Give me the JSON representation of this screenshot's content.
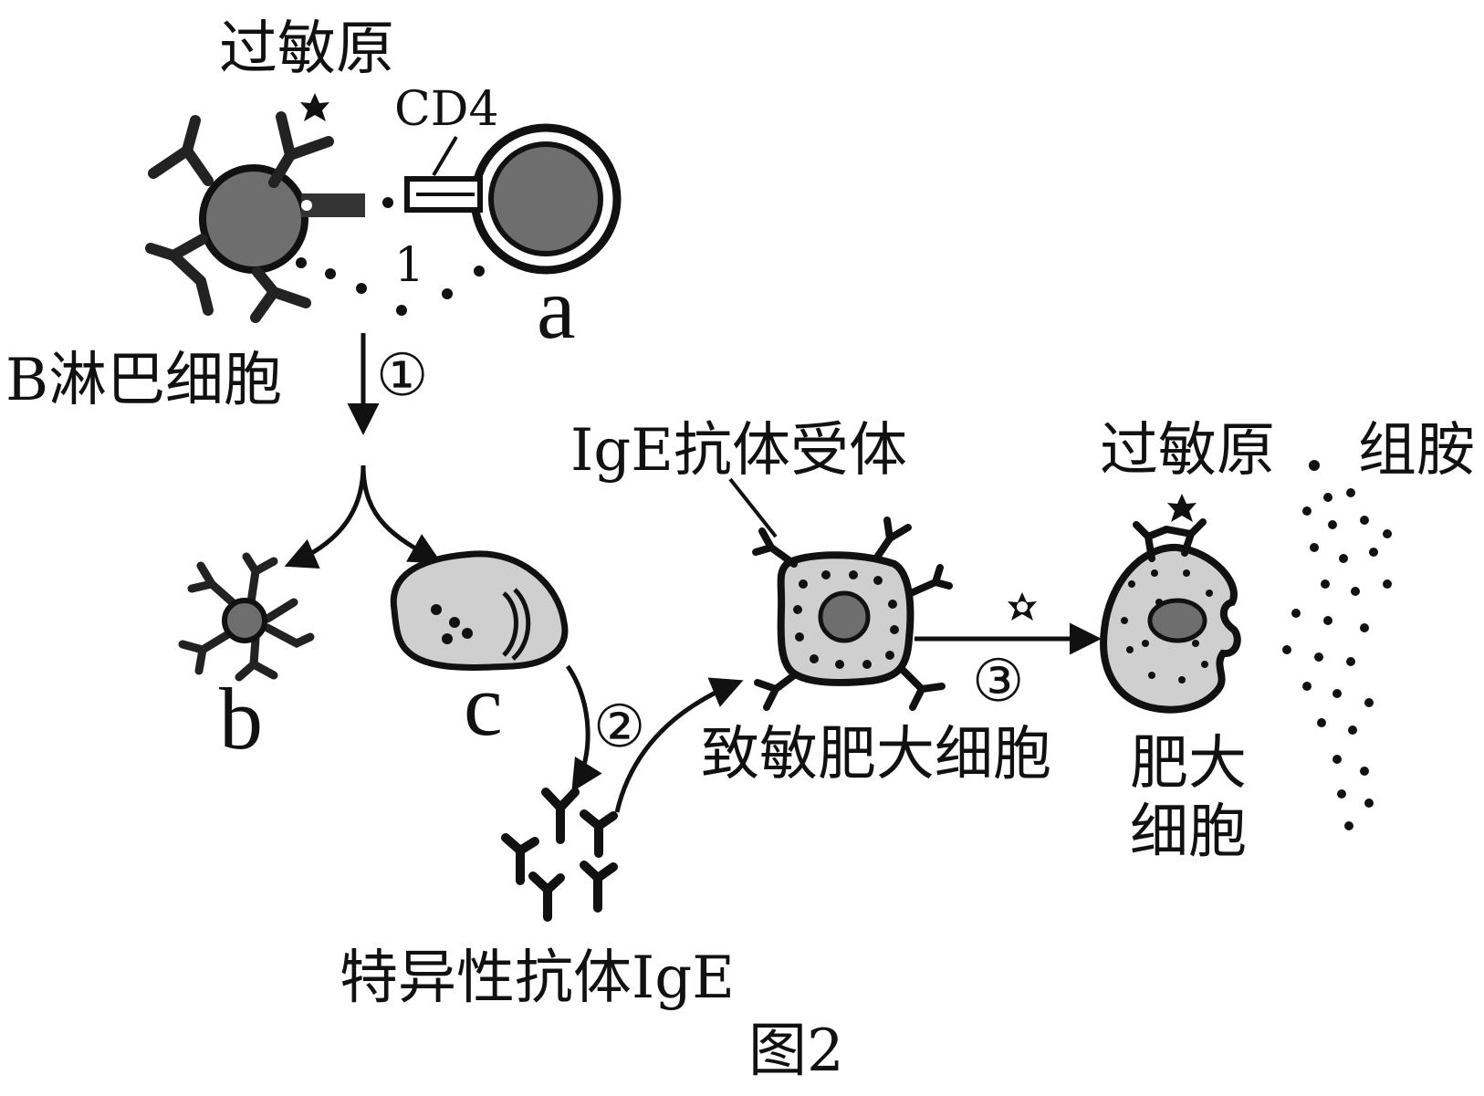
{
  "labels": {
    "allergen_top": "过敏原",
    "cd4": "CD4",
    "one": "1",
    "a": "a",
    "b_lymphocyte": "B淋巴细胞",
    "step1": "①",
    "b": "b",
    "c": "c",
    "step2": "②",
    "ige_antibody": "特异性抗体IgE",
    "ige_receptor": "IgE抗体受体",
    "sensitized_mast_cell": "致敏肥大细胞",
    "step3": "③",
    "allergen_right": "过敏原",
    "histamine": "组胺",
    "mast_cell_line1": "肥大",
    "mast_cell_line2": "细胞",
    "figure_caption": "图2"
  },
  "colors": {
    "cell_fill": "#cfcfcf",
    "nucleus_fill": "#6a6a6a",
    "ink": "#111111"
  }
}
